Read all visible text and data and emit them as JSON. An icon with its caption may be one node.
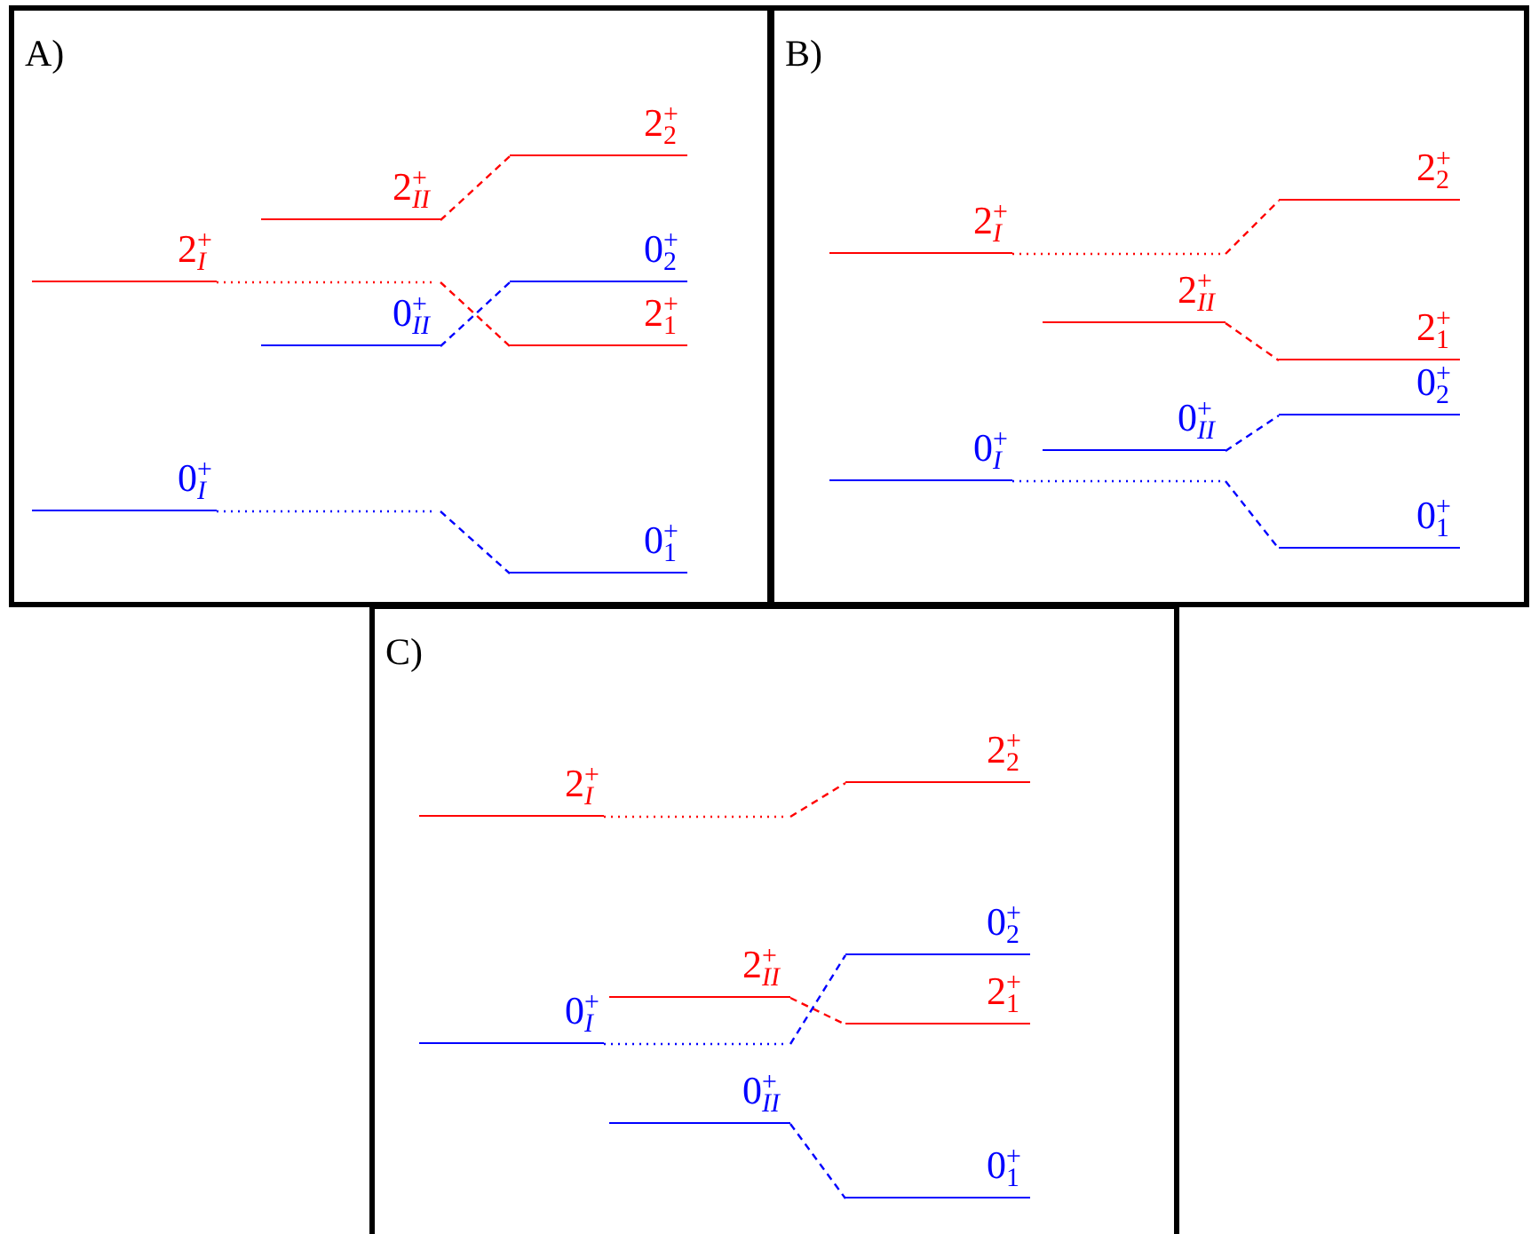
{
  "diagram": {
    "nodes": [
      {
        "text": [
          "A)"
        ]
      },
      {
        "text": [
          "2$^{+}$$_{2}$"
        ],
        "in": 0
      },
      {
        "text": [
          "2$^{+}$$_{II}$"
        ],
        "in": 0
      },
      {
        "text": [
          "2$^{+}$$_{I}$"
        ],
        "in": 0
      },
      {
        "text": [
          "0$^{+}$$_{2}$"
        ],
        "in": 0
      },
      {
        "text": [
          "0$^{+}$$_{II}$"
        ],
        "in": 0
      },
      {
        "text": [
          "2$^{+}$$_{1}$"
        ],
        "in": 0
      },
      {
        "text": [
          "0$^{+}$$_{I}$"
        ],
        "in": 0
      },
      {
        "text": [
          "0$^{+}$$_{1}$"
        ],
        "in": 0
      },
      {
        "text": [
          "B)"
        ]
      },
      {
        "text": [
          "2$^{+}$$_{2}$"
        ],
        "in": 9
      },
      {
        "text": [
          "2$^{+}$$_{I}$"
        ],
        "in": 9
      },
      {
        "text": [
          "2$^{+}$$_{II}$"
        ],
        "in": 9
      },
      {
        "text": [
          "2$^{+}$$_{1}$"
        ],
        "in": 9
      },
      {
        "text": [
          "0$^{+}$$_{2}$"
        ],
        "in": 9
      },
      {
        "text": [
          "0$^{+}$$_{II}$"
        ],
        "in": 9
      },
      {
        "text": [
          "0$^{+}$$_{I}$"
        ],
        "in": 9
      },
      {
        "text": [
          "0$^{+}$$_{1}$"
        ],
        "in": 9
      },
      {
        "text": [
          "C)"
        ]
      },
      {
        "text": [
          "2$^{+}$$_{2}$"
        ],
        "in": 18
      },
      {
        "text": [
          "2$^{+}$$_{I}$"
        ],
        "in": 18
      },
      {
        "text": [
          "0$^{+}$$_{2}$"
        ],
        "in": 18
      },
      {
        "text": [
          "2$^{+}$$_{II}$"
        ],
        "in": 18
      },
      {
        "text": [
          "2$^{+}$$_{1}$"
        ],
        "in": 18
      },
      {
        "text": [
          "0$^{+}$$_{I}$"
        ],
        "in": 18
      },
      {
        "text": [
          "0$^{+}$$_{II}$"
        ],
        "in": 18
      },
      {
        "text": [
          "0$^{+}$$_{1}$"
        ],
        "in": 18
      }
    ],
    "edges": [
      {
        "from": 2,
        "to": 1,
        "arrow": "none",
        "style": "dashed",
        "color": "#ff0000"
      },
      {
        "from": 3,
        "to": 6,
        "arrow": "none",
        "style": "dashed",
        "color": "#ff0000"
      },
      {
        "from": 5,
        "to": 4,
        "arrow": "none",
        "style": "dashed",
        "color": "#0000ff"
      },
      {
        "from": 7,
        "to": 8,
        "arrow": "none",
        "style": "dashed",
        "color": "#0000ff"
      },
      {
        "from": 11,
        "to": 10,
        "arrow": "none",
        "style": "dashed",
        "color": "#ff0000"
      },
      {
        "from": 12,
        "to": 13,
        "arrow": "none",
        "style": "dashed",
        "color": "#ff0000"
      },
      {
        "from": 15,
        "to": 14,
        "arrow": "none",
        "style": "dashed",
        "color": "#0000ff"
      },
      {
        "from": 16,
        "to": 17,
        "arrow": "none",
        "style": "dashed",
        "color": "#0000ff"
      },
      {
        "from": 20,
        "to": 19,
        "arrow": "none",
        "style": "dashed",
        "color": "#ff0000"
      },
      {
        "from": 22,
        "to": 23,
        "arrow": "none",
        "style": "dashed",
        "color": "#ff0000"
      },
      {
        "from": 24,
        "to": 21,
        "arrow": "none",
        "style": "dashed",
        "color": "#0000ff"
      },
      {
        "from": 25,
        "to": 26,
        "arrow": "none",
        "style": "dashed",
        "color": "#0000ff"
      }
    ]
  }
}
